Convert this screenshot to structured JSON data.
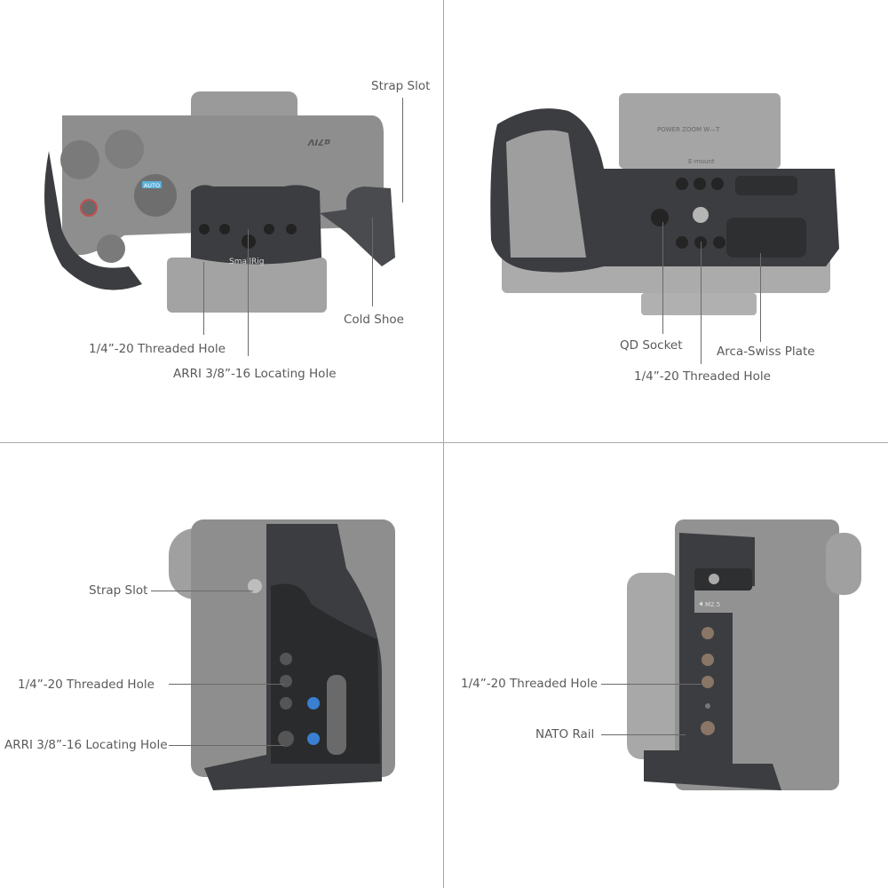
{
  "colors": {
    "divider": "#a8a8a8",
    "label_text": "#5a5a5a",
    "camera_body": "#8c8c8c",
    "cage_metal": "#3c3d40",
    "accent_blue": "#3a7fd0"
  },
  "panels": [
    {
      "view": "top",
      "labels": {
        "strap_slot": "Strap Slot",
        "cold_shoe": "Cold Shoe",
        "threaded_hole": "1/4”-20 Threaded Hole",
        "locating_hole": "ARRI 3/8”-16 Locating Hole"
      },
      "printed_marks": {
        "brand": "SmallRig",
        "model": "α7IV",
        "mode_auto": "AUTO"
      }
    },
    {
      "view": "bottom",
      "labels": {
        "qd_socket": "QD Socket",
        "arca_swiss": "Arca-Swiss Plate",
        "threaded_hole": "1/4”-20 Threaded Hole"
      },
      "printed_marks": {
        "lens": "POWER ZOOM  W—T",
        "mount": "E-mount"
      }
    },
    {
      "view": "left-side",
      "labels": {
        "strap_slot": "Strap Slot",
        "threaded_hole": "1/4”-20 Threaded Hole",
        "locating_hole": "ARRI 3/8”-16 Locating Hole"
      }
    },
    {
      "view": "right-side",
      "labels": {
        "threaded_hole": "1/4”-20 Threaded Hole",
        "nato_rail": "NATO Rail"
      },
      "printed_marks": {
        "screw": "M2.5"
      }
    }
  ]
}
